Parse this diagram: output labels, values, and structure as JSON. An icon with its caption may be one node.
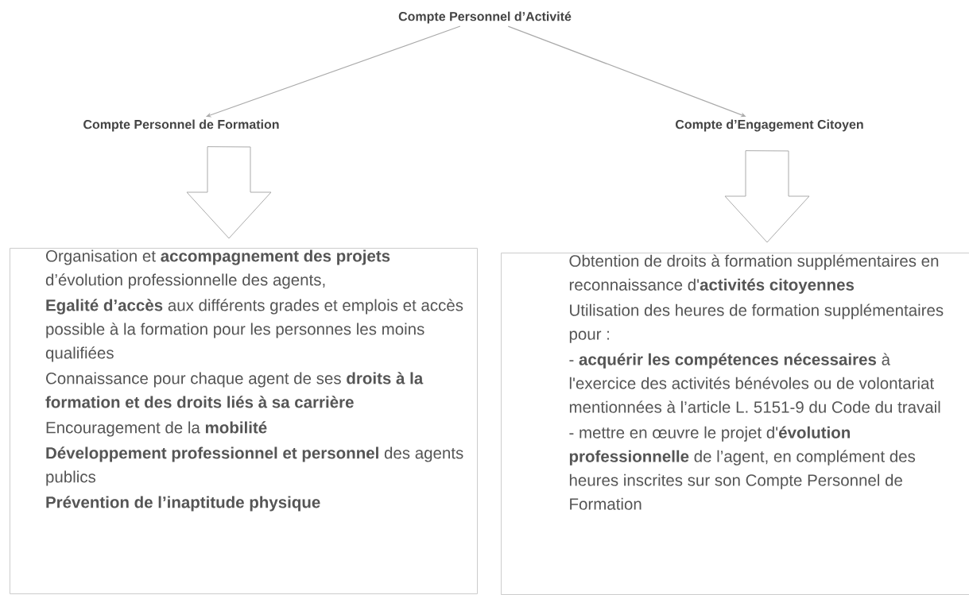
{
  "diagram": {
    "nodes": [
      {
        "text": [
          "Compte Personnel d’Activité"
        ]
      },
      {
        "text": [
          "Compte Personnel de Formation"
        ]
      },
      {
        "text": [
          "Compte d’Engagement Citoyen"
        ]
      },
      {
        "text": [
          "Organisation et **accompagnement des projets** d’évolution professionnelle des agents,",
          "**Egalité d’accès** aux différents grades et emplois et accès possible à la formation pour les personnes les moins qualifiées",
          "Connaissance pour chaque agent de ses **droits à la formation et des droits liés à sa carrière**",
          "Encouragement de la **mobilité**",
          "**Développement professionnel et personnel** des agents publics",
          "**Prévention de l’inaptitude physique**"
        ]
      },
      {
        "text": [
          "Obtention de droits à formation supplémentaires en reconnaissance d'**activités citoyennes**",
          "Utilisation des heures de formation supplémentaires pour :",
          "- **acquérir les compétences nécessaires** à l'exercice des activités bénévoles ou de volontariat mentionnées à l’article L. 5151-9 du Code du travail",
          "- mettre en œuvre le projet d'**évolution professionnelle** de l’agent, en complément des heures inscrites sur son Compte Personnel de Formation"
        ]
      }
    ],
    "edges": [
      {
        "from": 0,
        "to": 1,
        "arrow": "to"
      },
      {
        "from": 0,
        "to": 2,
        "arrow": "to"
      },
      {
        "from": 1,
        "to": 3,
        "arrow": "to",
        "style": "thick"
      },
      {
        "from": 2,
        "to": 4,
        "arrow": "to",
        "style": "thick"
      }
    ]
  }
}
